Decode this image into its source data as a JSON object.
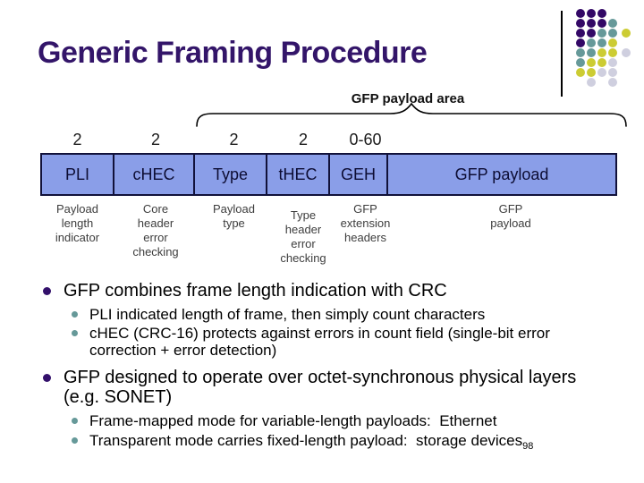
{
  "slide": {
    "title": "Generic Framing Procedure",
    "slide_number": "98"
  },
  "diagram": {
    "area_label": "GFP payload area",
    "fields": [
      {
        "label": "PLI",
        "size": "2",
        "desc": "Payload\nlength\nindicator"
      },
      {
        "label": "cHEC",
        "size": "2",
        "desc": "Core\nheader\nerror\nchecking"
      },
      {
        "label": "Type",
        "size": "2",
        "desc": "Payload\ntype"
      },
      {
        "label": "tHEC",
        "size": "2",
        "desc": "Type\nheader\nerror\nchecking"
      },
      {
        "label": "GEH",
        "size": "0-60",
        "desc": "GFP\nextension\nheaders"
      },
      {
        "label": "GFP payload",
        "size": "",
        "desc": "GFP\npayload"
      }
    ],
    "colors": {
      "cell_fill": "#8a9ee8",
      "cell_border": "#11113a",
      "title": "#331569",
      "bullet_level1": "#33106b",
      "bullet_level2": "#669999"
    }
  },
  "bullets": [
    {
      "level": 1,
      "text": "GFP combines frame length indication with CRC"
    },
    {
      "level": 2,
      "text": "PLI indicated length of frame, then simply count characters"
    },
    {
      "level": 2,
      "text": "cHEC (CRC-16) protects against errors in count field (single-bit error correction + error detection)"
    },
    {
      "level": 1,
      "text": "GFP designed to operate over octet-synchronous physical layers (e.g. SONET)"
    },
    {
      "level": 2,
      "text": "Frame-mapped mode for variable-length payloads:  Ethernet"
    },
    {
      "level": 2,
      "text": "Transparent mode carries fixed-length payload:  storage devices"
    }
  ],
  "decor": {
    "palette": {
      "P": "#330866",
      "T": "#669999",
      "Y": "#cccc33",
      "G": "#cfcfdf"
    },
    "rows": [
      "PPP..",
      "PPPT.",
      "PPTTY",
      "PTTY.",
      "TTYYG",
      "TYYG.",
      "YYGG.",
      ".G.G."
    ]
  }
}
